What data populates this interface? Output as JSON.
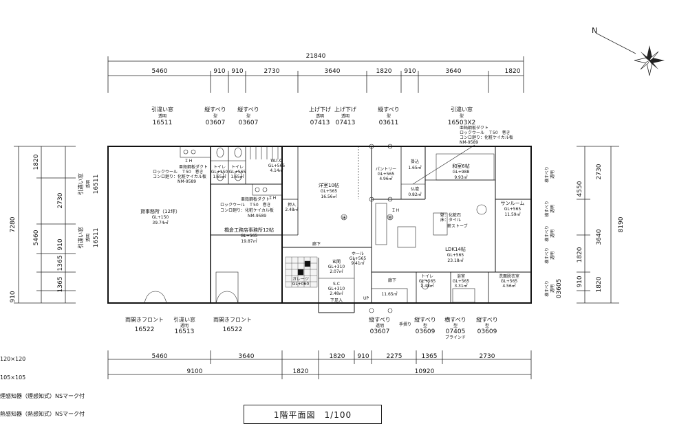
{
  "title": "1階平面図　1/100",
  "dims_top_total": "21840",
  "dims_top": [
    "5460",
    "910",
    "910",
    "2730",
    "3640",
    "1820",
    "910",
    "3640",
    "1820"
  ],
  "dims_bottom": [
    "5460",
    "3640",
    "1820",
    "910",
    "2275",
    "1365",
    "2730"
  ],
  "dims_bottom_total": [
    "9100",
    "1820",
    "10920"
  ],
  "dims_left_total": "7280",
  "dims_left": [
    "1820",
    "2730",
    "5460",
    "910",
    "1365",
    "1365",
    "910"
  ],
  "dims_right": [
    "2730",
    "4550",
    "3640",
    "1820",
    "1820",
    "910",
    "8190"
  ],
  "windows_top": [
    {
      "name": "引違い窓",
      "sub": "透明",
      "code": "16511"
    },
    {
      "name": "縦すべり",
      "sub": "型",
      "code": "03607"
    },
    {
      "name": "縦すべり",
      "sub": "型",
      "code": "03607"
    },
    {
      "name": "上げ下げ",
      "sub": "透明",
      "code": "07413"
    },
    {
      "name": "上げ下げ",
      "sub": "透明",
      "code": "07413"
    },
    {
      "name": "縦すべり",
      "sub": "型",
      "code": "03611"
    },
    {
      "name": "引違い窓",
      "sub": "型",
      "code": "16503X2"
    }
  ],
  "windows_bottom": [
    {
      "name": "両開きフロント",
      "sub": "",
      "code": "16522"
    },
    {
      "name": "引違い窓",
      "sub": "透明",
      "code": "16513"
    },
    {
      "name": "両開きフロント",
      "sub": "",
      "code": "16522"
    },
    {
      "name": "縦すべり",
      "sub": "透明",
      "code": "03607"
    },
    {
      "name": "縦すべり",
      "sub": "型",
      "code": "03609"
    },
    {
      "name": "横すべり",
      "sub": "型",
      "code": "07405"
    },
    {
      "name": "縦すべり",
      "sub": "型",
      "code": "03609"
    }
  ],
  "blind": "ブラインド",
  "handrail": "手摺り",
  "windows_left": [
    {
      "name": "引違い窓",
      "sub": "透明",
      "code": "16511"
    },
    {
      "name": "引違い窓",
      "sub": "透明",
      "code": "16511"
    }
  ],
  "windows_right": [
    {
      "name": "横すべり",
      "sub": "透明"
    },
    {
      "name": "横すべり",
      "sub": "透明"
    },
    {
      "name": "横すべり",
      "sub": "透明"
    },
    {
      "name": "横すべり",
      "sub": "透明"
    },
    {
      "name": "横すべり",
      "sub": "透明",
      "code": "03605"
    }
  ],
  "duct_notes": [
    {
      "l1": "亜鉛鋼板ダクト",
      "l2": "ロックウール　Ｔ50　巻き",
      "l3": "コンロ廻り：化粧ケイカル板",
      "l4": "NM-9589"
    },
    {
      "l1": "亜鉛鋼板ダクト",
      "l2": "ロックウール　Ｔ50　巻き",
      "l3": "コンロ廻り：化粧ケイカル板",
      "l4": "NM-9589"
    },
    {
      "l1": "亜鉛鋼板ダクト",
      "l2": "ロックウール　Ｔ50　巻き",
      "l3": "コンロ廻り：化粧ケイカル板",
      "l4": "NM-9589"
    }
  ],
  "rooms": {
    "office": {
      "name": "貸事務所（12坪）",
      "gl": "GL+150",
      "area": "39.74㎡"
    },
    "koumuten": {
      "name": "橋倉工務店事務所12帖",
      "gl": "GL+565",
      "area": "19.87㎡"
    },
    "wic": {
      "name": "W.I.C",
      "gl": "GL+565",
      "area": "4.14㎡"
    },
    "toilet1": {
      "name": "トイレ",
      "gl": "GL+150",
      "area": "1.65㎡"
    },
    "toilet2": {
      "name": "トイレ",
      "gl": "GL+565",
      "area": "1.65㎡"
    },
    "oshiire": {
      "name": "押入",
      "area": "2.48㎡"
    },
    "youshitsu": {
      "name": "洋室10帖",
      "gl": "GL+565",
      "area": "16.56㎡"
    },
    "pantry": {
      "name": "パントリー",
      "gl": "GL+565",
      "area": "4.96㎡"
    },
    "kakou": {
      "name": "掛込",
      "area": "1.65㎡"
    },
    "butsuma": {
      "name": "仏壇",
      "area": "0.82㎡"
    },
    "washitsu": {
      "name": "和室6帖",
      "gl": "GL+988",
      "area": "9.93㎡"
    },
    "sunroom": {
      "name": "サンルーム",
      "gl": "GL+565",
      "area": "11.59㎡"
    },
    "ldk": {
      "name": "LDK14帖",
      "gl": "GL+565",
      "area": "23.18㎡"
    },
    "hall": {
      "name": "ホール",
      "gl": "GL+565",
      "area": "9.41㎡"
    },
    "genkan": {
      "name": "玄関",
      "gl": "GL+310",
      "area": "2.07㎡"
    },
    "sc": {
      "name": "S.C",
      "gl": "GL+310",
      "area": "2.48㎡"
    },
    "garage": {
      "name": "ガレージ",
      "gl": "GL+060"
    },
    "toilet3": {
      "name": "トイレ",
      "gl": "GL+565",
      "area": "2.48㎡"
    },
    "bath": {
      "name": "浴室",
      "gl": "GL+565",
      "area": "3.31㎡"
    },
    "senmen": {
      "name": "洗面脱衣室",
      "gl": "GL+565",
      "area": "4.56㎡"
    },
    "stair": {
      "name": "11.65㎡"
    }
  },
  "labels": {
    "rouka1": "廊下",
    "rouka2": "廊下",
    "ih1": "ＩＨ",
    "ih2": "ＩＨ",
    "ih3": "ＩＨ",
    "up": "UP",
    "geta": "下足入",
    "hearth1": "壁：化粧石",
    "hearth2": "床：タイル",
    "stove": "薪ストーブ",
    "ruf": "床",
    "tenjo": "熟"
  },
  "legend": [
    "120×120",
    "105×105",
    "煙感知器（煙感知式）NSマーク付",
    "熱感知器（熱感知式）NSマーク付"
  ],
  "compass": "N"
}
